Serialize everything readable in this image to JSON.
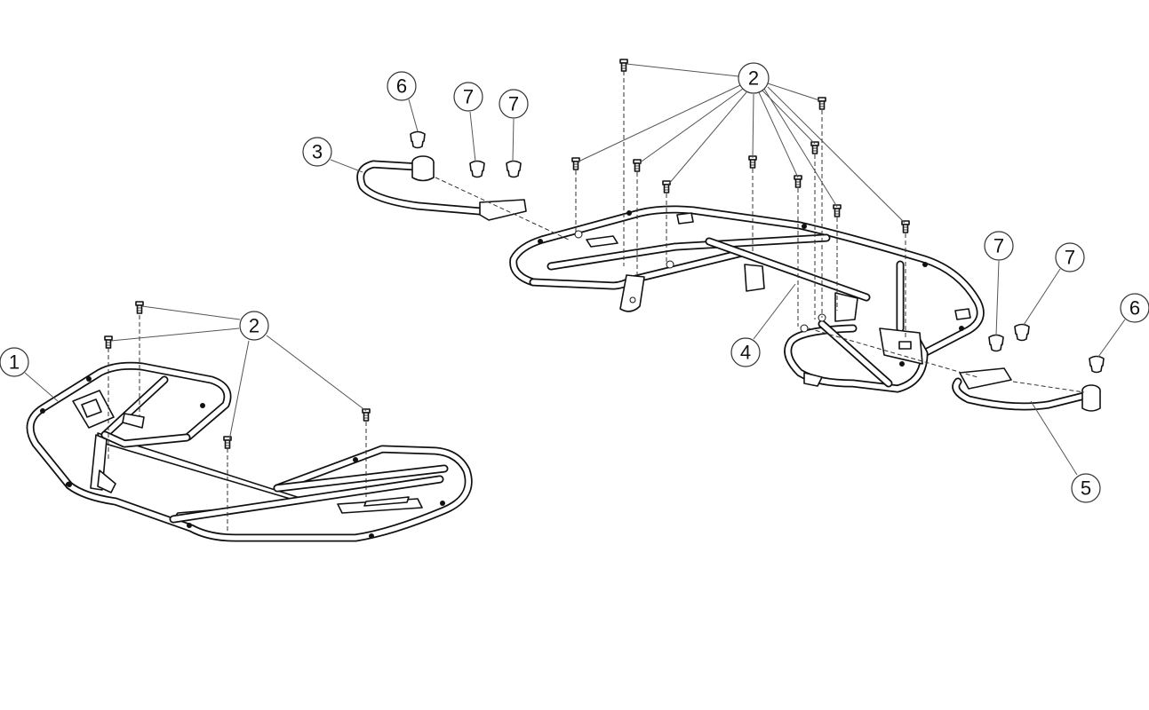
{
  "diagram": {
    "type": "exploded-parts-view",
    "callouts": [
      {
        "label": "1"
      },
      {
        "label": "2"
      },
      {
        "label": "2"
      },
      {
        "label": "3"
      },
      {
        "label": "4"
      },
      {
        "label": "5"
      },
      {
        "label": "6"
      },
      {
        "label": "6"
      },
      {
        "label": "7"
      },
      {
        "label": "7"
      },
      {
        "label": "7"
      },
      {
        "label": "7"
      }
    ]
  }
}
